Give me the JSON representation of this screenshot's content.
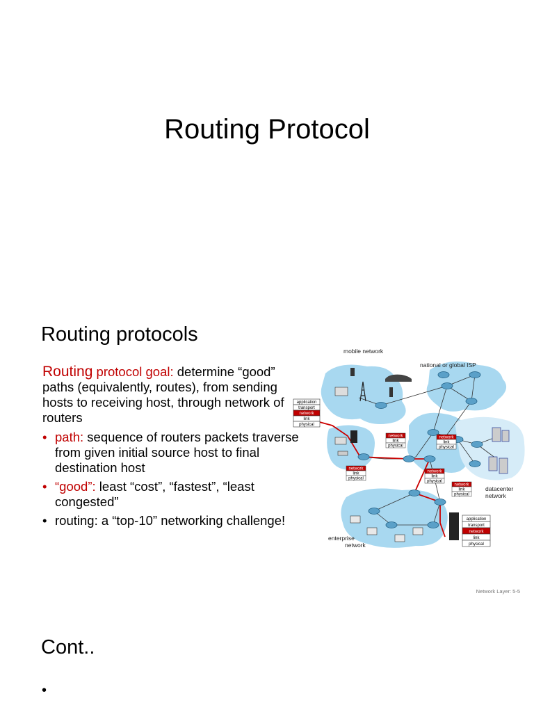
{
  "page_title": "Routing Protocol",
  "slide": {
    "heading": "Routing protocols",
    "goal": {
      "word": "Routing",
      "label": " protocol goal:",
      "text": " determine “good” paths (equivalently, routes), from sending hosts to receiving host, through network of routers"
    },
    "bullets": [
      {
        "dot": "•",
        "key": "path:",
        "text": " sequence of routers packets traverse from given initial source host to final destination host"
      },
      {
        "dot": "•",
        "key": "“good”:",
        "text": " least “cost”, “fastest”, “least congested”"
      },
      {
        "dot": "•",
        "key": "",
        "text": "routing: a “top-10” networking challenge!"
      }
    ],
    "footer": "Network Layer: 5-5",
    "diagram": {
      "labels": {
        "mobile": "mobile network",
        "isp": "national or global ISP",
        "datacenter_1": "datacenter",
        "datacenter_2": "network",
        "enterprise_1": "enterprise",
        "enterprise_2": "network"
      },
      "stack_layers": {
        "application": "application",
        "transport": "transport",
        "network": "network",
        "link": "link",
        "physical": "physical"
      }
    }
  },
  "next": {
    "heading": "Cont..",
    "bullet": "•"
  },
  "colors": {
    "accent_red": "#c00000",
    "cloud_blue": "#a8d8f0",
    "route_red": "#cc0000"
  }
}
